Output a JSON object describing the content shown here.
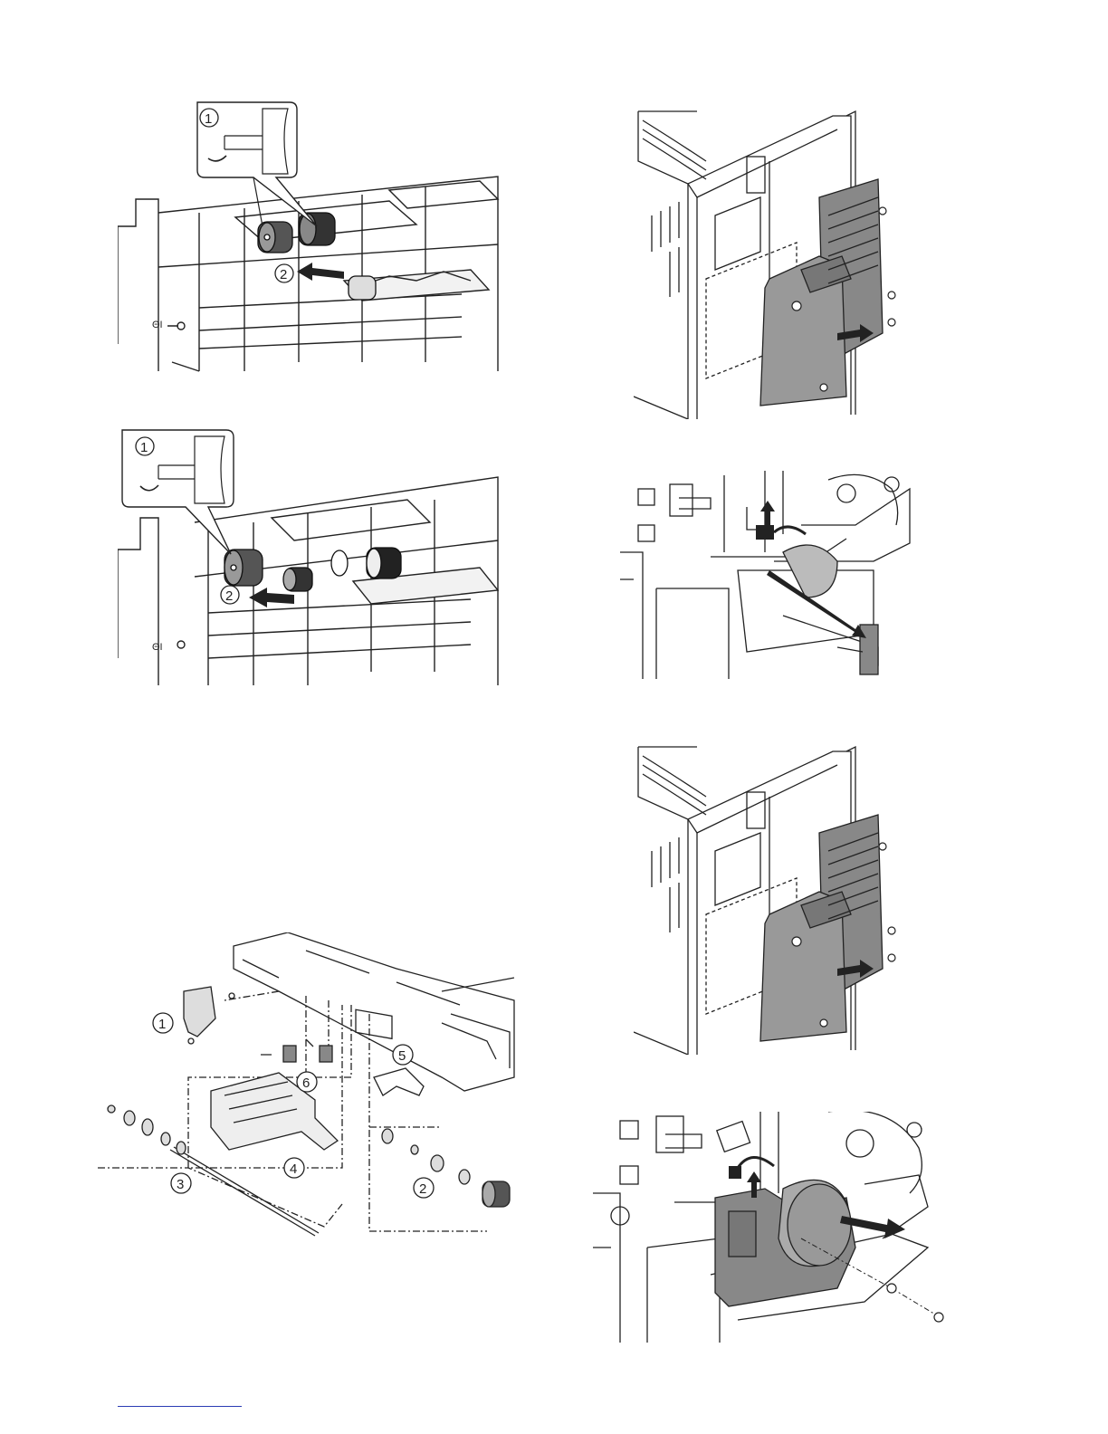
{
  "page": {
    "figures": [
      {
        "id": "fig-pickup-rollers-a",
        "callouts": [
          "1",
          "2"
        ]
      },
      {
        "id": "fig-rear-cover-a",
        "callouts": []
      },
      {
        "id": "fig-pickup-rollers-b",
        "callouts": [
          "1",
          "2"
        ]
      },
      {
        "id": "fig-motor-connector-a",
        "callouts": []
      },
      {
        "id": "fig-rear-cover-b",
        "callouts": []
      },
      {
        "id": "fig-exploded-parts",
        "callouts": [
          "1",
          "2",
          "3",
          "4",
          "5",
          "6"
        ]
      },
      {
        "id": "fig-motor-unit-b",
        "callouts": []
      }
    ]
  }
}
